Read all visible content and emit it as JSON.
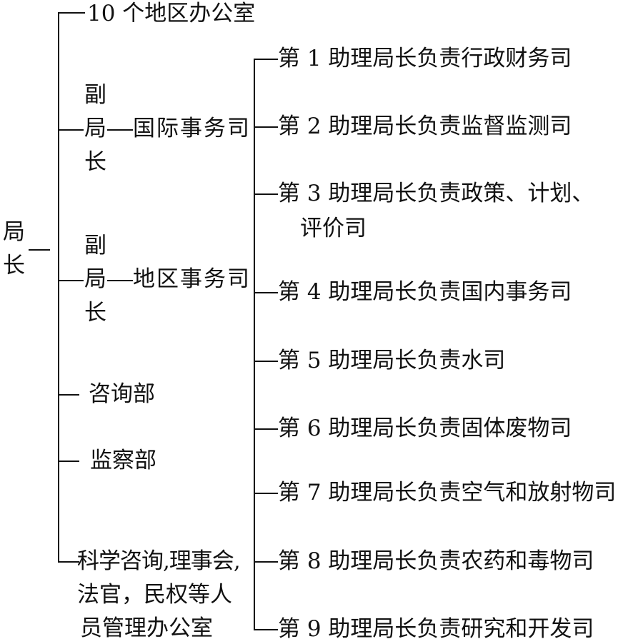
{
  "root": {
    "line1": "局",
    "line2": "长"
  },
  "level1": {
    "regional_offices": "10 个地区办公室",
    "deputy_intl": {
      "title_chars": [
        "副",
        "局",
        "长"
      ],
      "department": "国际事务司"
    },
    "deputy_regional": {
      "title_chars": [
        "副",
        "局",
        "长"
      ],
      "department": "地区事务司"
    },
    "advisory": "咨询部",
    "inspection": "监察部",
    "science_office": [
      "科学咨询,理事会,",
      "法官，民权等人",
      "员管理办公室"
    ]
  },
  "assistants": [
    "第 1 助理局长负责行政财务司",
    "第 2 助理局长负责监督监测司",
    "第 3 助理局长负责政策、计划、",
    "第 4 助理局长负责国内事务司",
    "第 5 助理局长负责水司",
    "第 6 助理局长负责固体废物司",
    "第 7 助理局长负责空气和放射物司",
    "第 8 助理局长负责农药和毒物司",
    "第 9 助理局长负责研究和开发司"
  ],
  "assistant3_continuation": "评价司"
}
